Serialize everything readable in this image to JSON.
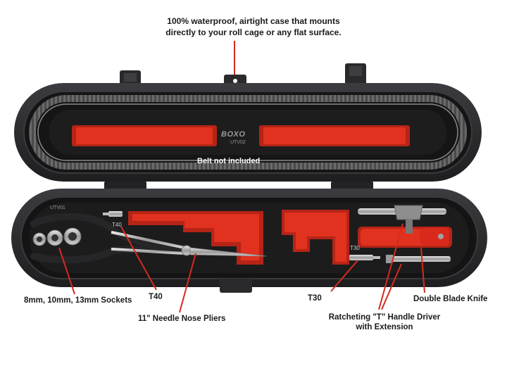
{
  "caption": {
    "line1": "100% waterproof, airtight case that mounts",
    "line2": "directly to your roll cage or any flat surface."
  },
  "case": {
    "brand": "BOXO",
    "lid_model": "UTV02",
    "base_model": "UTV01",
    "belt_note": "Belt not included",
    "tool_marks": {
      "t40": "T40",
      "t30": "T30"
    }
  },
  "callouts": {
    "sockets": "8mm, 10mm, 13mm Sockets",
    "t40": "T40",
    "pliers": "11\" Needle Nose Pliers",
    "t30": "T30",
    "knife": "Double Blade Knife",
    "driver_line1": "Ratcheting \"T\" Handle Driver",
    "driver_line2": "with Extension"
  },
  "colors": {
    "case_shell": "#2b2b2e",
    "foam": "#1c1c1c",
    "insert_red": "#e0321f",
    "belt": "#555555",
    "arrow_red": "#d62a1e"
  }
}
